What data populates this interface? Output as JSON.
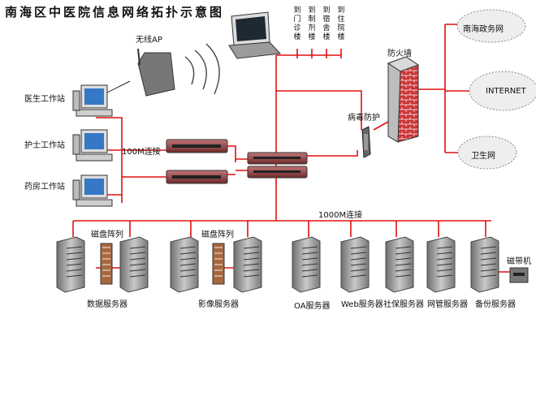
{
  "title": "南海区中医院信息网络拓扑示意图",
  "wireless_ap_label": "无线AP",
  "workstations": [
    "医生工作站",
    "护士工作站",
    "药房工作站"
  ],
  "link_100m_label": "100M连接",
  "link_1000m_label": "1000M连接",
  "to_buildings": [
    "到门诊楼",
    "到制剂楼",
    "到宿舍楼",
    "到住院楼"
  ],
  "firewall_label": "防火墙",
  "antivirus_label": "病毒防护",
  "external_networks": [
    "南海政务网",
    "INTERNET",
    "卫生网"
  ],
  "disk_array_label": "磁盘阵列",
  "tape_label": "磁带机",
  "servers": [
    "数据服务器",
    "影像服务器",
    "OA服务器",
    "Web服务器",
    "社保服务器",
    "网管服务器",
    "备份服务器"
  ],
  "colors": {
    "link": "#e01010",
    "cloud": "#eeeeee",
    "tower": "#8e8e8e",
    "switch": "#a84848"
  }
}
